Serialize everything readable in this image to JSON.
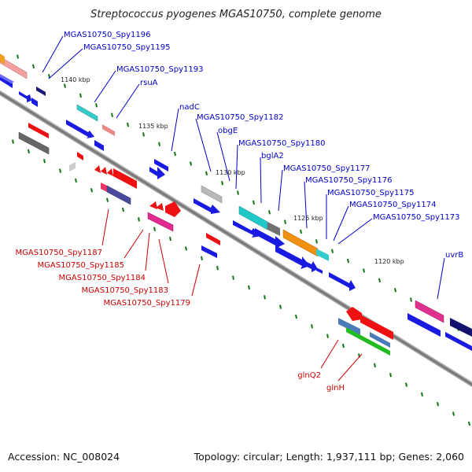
{
  "title": "Streptococcus pyogenes MGAS10750, complete genome",
  "footer": {
    "accession": "Accession: NC_008024",
    "summary": "Topology: circular; Length: 1,937,111 bp; Genes: 2,060"
  },
  "colors": {
    "forward_label": "#0000cc",
    "reverse_label": "#cc0000",
    "backbone": "#777777",
    "tick": "#117711"
  },
  "scale_labels": [
    "1140 kbp",
    "1135 kbp",
    "1130 kbp",
    "1125 kbp",
    "1120 kbp"
  ],
  "forward_genes": [
    "MGAS10750_Spy1196",
    "MGAS10750_Spy1195",
    "MGAS10750_Spy1193",
    "rsuA",
    "nadC",
    "MGAS10750_Spy1182",
    "obgE",
    "MGAS10750_Spy1180",
    "bglA2",
    "MGAS10750_Spy1177",
    "MGAS10750_Spy1176",
    "MGAS10750_Spy1175",
    "MGAS10750_Spy1174",
    "MGAS10750_Spy1173",
    "uvrB"
  ],
  "reverse_genes": [
    "MGAS10750_Spy1187",
    "MGAS10750_Spy1185",
    "MGAS10750_Spy1184",
    "MGAS10750_Spy1183",
    "MGAS10750_Spy1179",
    "glnQ2",
    "glnH"
  ]
}
